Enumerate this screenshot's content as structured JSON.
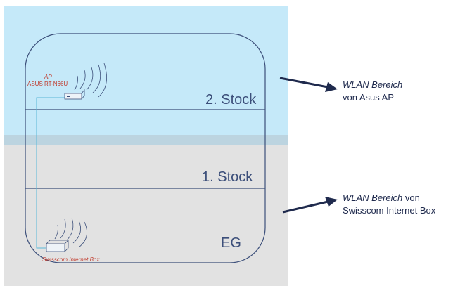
{
  "floors": {
    "upper": "2. Stock",
    "first": "1. Stock",
    "ground": "EG"
  },
  "devices": {
    "ap_role": "AP",
    "ap_model": "ASUS RT-N66U",
    "box": "Swisscom Internet Box"
  },
  "callouts": {
    "asus_title": "WLAN Bereich",
    "asus_line2": "von Asus AP",
    "swisscom_title": "WLAN Bereich",
    "swisscom_suffix": " von",
    "swisscom_line2": "Swisscom Internet Box"
  },
  "colors": {
    "asus_zone": "#c5e9f9",
    "swisscom_zone": "#e2e2e2",
    "overlap": "#bcd4e0",
    "building_outline": "#3c4f7a",
    "cable": "#5bb8d8",
    "arrow": "#1f2a4d",
    "device_label": "#c0392b"
  }
}
